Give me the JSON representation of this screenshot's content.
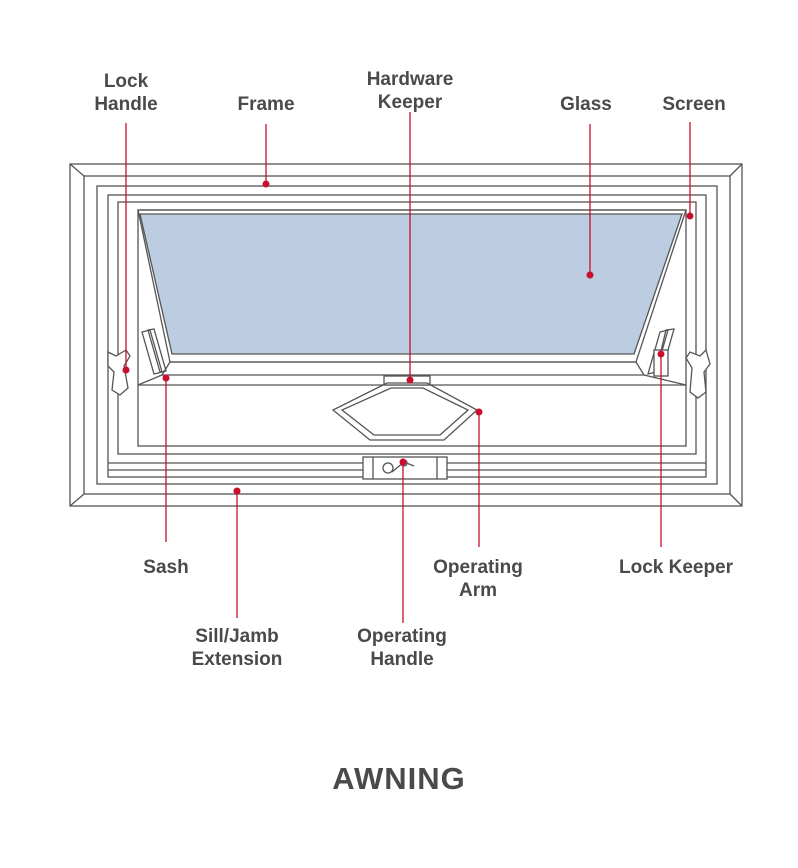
{
  "title": "AWNING",
  "colors": {
    "glass": "#bccce1",
    "leader": "#c8102e",
    "label_text": "#4a4a4a",
    "outline": "#555555"
  },
  "labels": {
    "lock_handle": [
      "Lock",
      "Handle"
    ],
    "frame": [
      "Frame"
    ],
    "hardware_keeper": [
      "Hardware",
      "Keeper"
    ],
    "glass": [
      "Glass"
    ],
    "screen": [
      "Screen"
    ],
    "sash": [
      "Sash"
    ],
    "sill_jamb_extension": [
      "Sill/Jamb",
      "Extension"
    ],
    "operating_handle": [
      "Operating",
      "Handle"
    ],
    "operating_arm": [
      "Operating",
      "Arm"
    ],
    "lock_keeper": [
      "Lock Keeper"
    ]
  }
}
